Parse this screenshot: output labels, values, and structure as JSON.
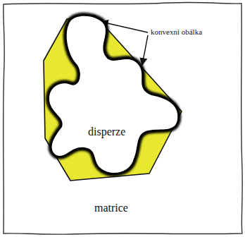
{
  "diagram": {
    "nodes": [
      {
        "text": [
          "matrice"
        ]
      },
      {
        "text": [
          "disperze"
        ],
        "in": 0
      }
    ],
    "labels": [
      "konvexni obálka"
    ]
  }
}
